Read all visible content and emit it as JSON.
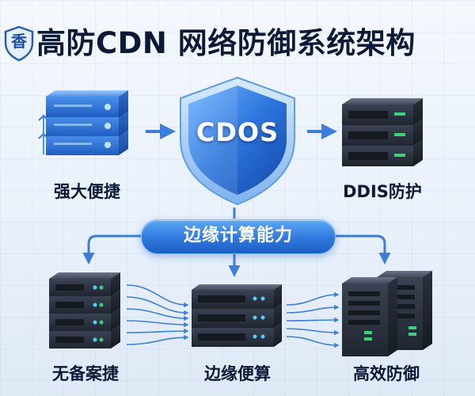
{
  "header": {
    "logo_char": "香",
    "title": "高防CDN 网络防御系统架构"
  },
  "center": {
    "shield_text": "CDOS",
    "capability_label": "边缘计算能力"
  },
  "nodes": {
    "top_left": "强大便捷",
    "top_right": "DDIS防护",
    "bottom_left": "无备案捷",
    "bottom_center": "边缘便算",
    "bottom_right": "高效防御"
  },
  "colors": {
    "primary_blue": "#2e78dd",
    "dark_server": "#2c3446",
    "light_server": "#4b8fe6",
    "arrow_blue": "#3a7fdc",
    "led_green": "#39d27a",
    "led_cyan": "#4fd0ff"
  }
}
